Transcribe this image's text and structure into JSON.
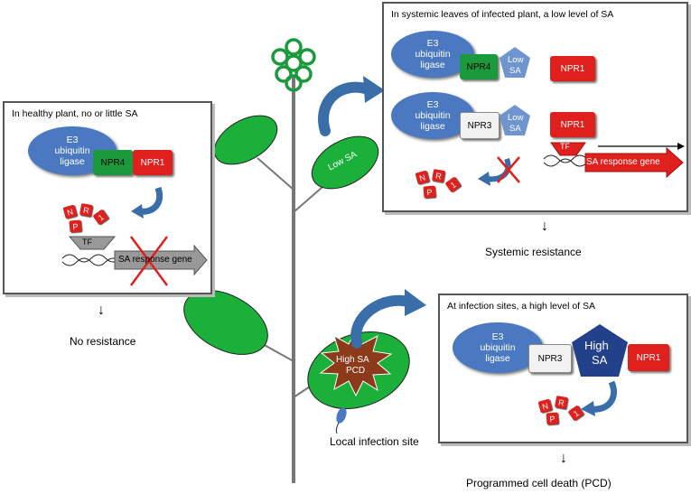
{
  "panels": {
    "healthy": {
      "title": "In healthy plant, no or little SA",
      "e3": [
        "E3",
        "ubiquitin",
        "ligase"
      ],
      "npr4": "NPR4",
      "npr1": "NPR1",
      "tiles": [
        "N",
        "R",
        "P",
        "1"
      ],
      "tf": "TF",
      "gene": "SA response gene"
    },
    "systemic": {
      "title": "In systemic leaves of infected plant, a low level of SA",
      "e3": [
        "E3",
        "ubiquitin",
        "ligase"
      ],
      "npr4": "NPR4",
      "npr3": "NPR3",
      "low_sa": [
        "Low",
        "SA"
      ],
      "npr1": "NPR1",
      "tiles": [
        "N",
        "R",
        "P",
        "1"
      ],
      "tf": "TF",
      "gene": "SA response gene"
    },
    "infection": {
      "title": "At infection sites, a high level of SA",
      "e3": [
        "E3",
        "ubiquitin",
        "ligase"
      ],
      "npr3": "NPR3",
      "high_sa": [
        "High",
        "SA"
      ],
      "npr1": "NPR1",
      "tiles": [
        "N",
        "R",
        "P",
        "1"
      ]
    }
  },
  "plant": {
    "low_sa_leaf": "Low SA",
    "high_sa_pcd": [
      "High SA",
      "PCD"
    ],
    "local_infection": "Local infection site"
  },
  "outcomes": {
    "none": "No resistance",
    "systemic": "Systemic resistance",
    "pcd": "Programmed cell death (PCD)"
  },
  "colors": {
    "leaf_green": "#1ab03a",
    "protein_blue": "#4a79c1",
    "npr1_red": "#e0201c",
    "arrow_blue": "#3a6ea8",
    "pcd_brown": "#8b3a1a"
  }
}
